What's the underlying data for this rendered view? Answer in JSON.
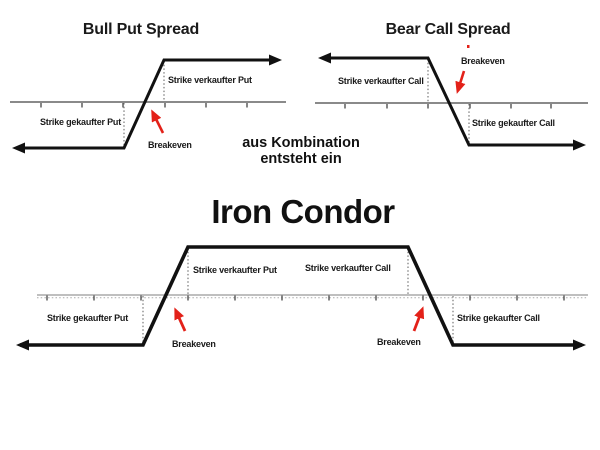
{
  "colors": {
    "payoff_line": "#111111",
    "axis": "#8a8a8a",
    "axis_thin": "#999999",
    "tick": "#444444",
    "dotted_guide": "#777777",
    "breakeven_arrow": "#e32119",
    "text": "#1a1a1a",
    "background": "#ffffff"
  },
  "bull_put": {
    "title": "Bull Put Spread",
    "strike_sold_label": "Strike verkaufter Put",
    "strike_bought_label": "Strike gekaufter Put",
    "breakeven_label": "Breakeven"
  },
  "bear_call": {
    "title": "Bear Call Spread",
    "strike_sold_label": "Strike verkaufter Call",
    "strike_bought_label": "Strike gekaufter Call",
    "breakeven_label": "Breakeven"
  },
  "combination": {
    "line1": "aus Kombination",
    "line2": "entsteht ein"
  },
  "iron_condor": {
    "title": "Iron Condor",
    "strike_sold_put_label": "Strike verkaufter Put",
    "strike_bought_put_label": "Strike gekaufter Put",
    "strike_sold_call_label": "Strike verkaufter Call",
    "strike_bought_call_label": "Strike gekaufter Call",
    "breakeven_left_label": "Breakeven",
    "breakeven_right_label": "Breakeven"
  }
}
